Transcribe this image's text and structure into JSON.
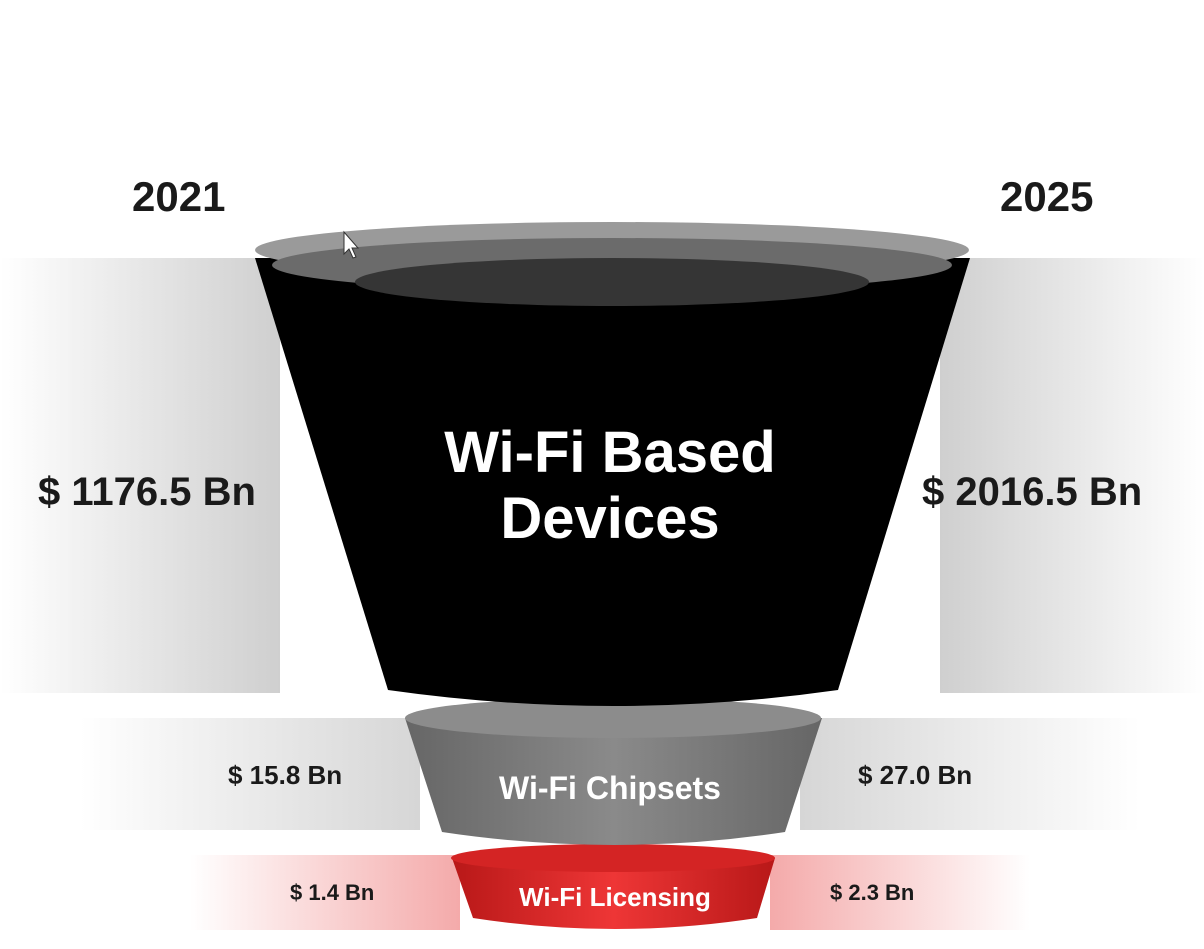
{
  "headers": {
    "left_year": "2021",
    "right_year": "2025"
  },
  "tiers": [
    {
      "name": "Wi-Fi Based Devices",
      "line1": "Wi-Fi Based",
      "line2": "Devices",
      "value_2021": "$ 1176.5 Bn",
      "value_2025": "$ 2016.5 Bn",
      "color": "#000000"
    },
    {
      "name": "Wi-Fi Chipsets",
      "value_2021": "$ 15.8 Bn",
      "value_2025": "$ 27.0 Bn",
      "color": "#7a7a7a"
    },
    {
      "name": "Wi-Fi Licensing",
      "value_2021": "$ 1.4 Bn",
      "value_2025": "$ 2.3 Bn",
      "color": "#e02b2b"
    }
  ]
}
